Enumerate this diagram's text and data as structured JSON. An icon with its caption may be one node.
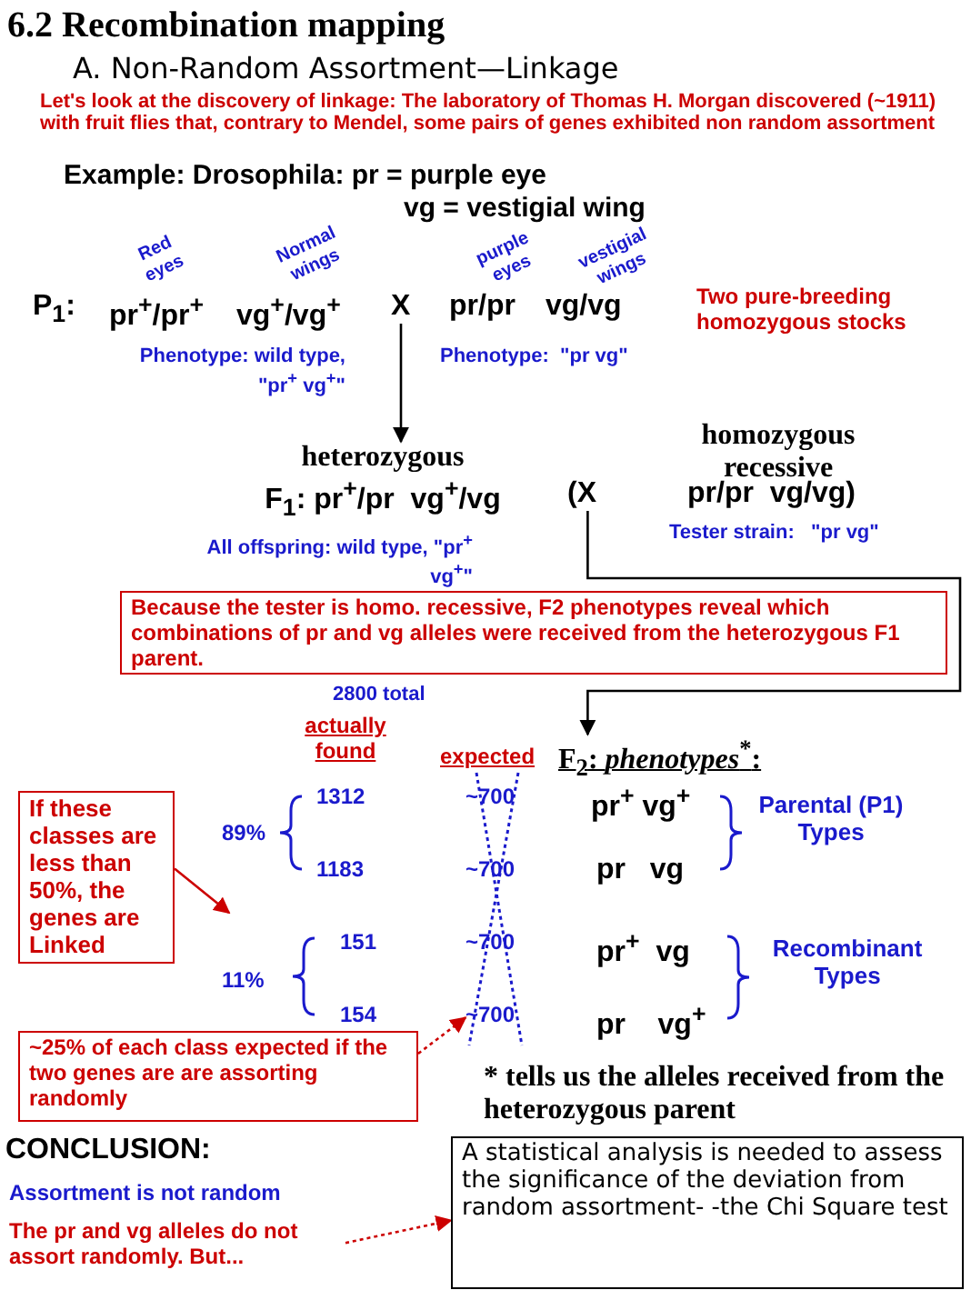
{
  "diagram": {
    "title": "6.2 Recombination mapping",
    "nodes": [
      {
        "text": [
          "X"
        ]
      },
      {
        "text": [
          "heterozygous",
          "F$_{1}$: pr$^{+}$/pr  vg$^{+}$/vg"
        ]
      },
      {
        "text": [
          "(X"
        ]
      },
      {
        "text": [
          "Because the tester is homo. recessive, F2 phenotypes reveal which combinations of pr and vg alleles were received from the heterozygous F1 parent."
        ]
      },
      {
        "text": [
          "F$_{2}$: *phenotypes*$^{*}$:"
        ]
      },
      {
        "text": [
          "If these classes are less than 50%, the genes are Linked"
        ]
      },
      {
        "text": [
          "~700"
        ]
      },
      {
        "text": [
          "~25% of each class expected if the two genes are are assorting randomly"
        ]
      },
      {
        "text": [
          "The pr and vg alleles do not assort randomly.  But..."
        ]
      },
      {
        "text": [
          "A statistical analysis is needed to assess the significance of the deviation from random assortment- -the Chi Square test"
        ]
      }
    ],
    "edges": [
      {
        "from": 0,
        "to": 1,
        "arrow": "to",
        "color": "#000000"
      },
      {
        "from": 2,
        "to": 4,
        "arrow": "to",
        "color": "#000000"
      },
      {
        "from": 5,
        "to": null,
        "arrow": "to"
      },
      {
        "from": 7,
        "to": 6,
        "arrow": "to",
        "style": "dashed"
      },
      {
        "from": 8,
        "to": 9,
        "arrow": "to",
        "style": "dashed"
      }
    ],
    "labels": [
      "A. Non-Random Assortment—Linkage",
      "Let's look at the discovery of linkage: The laboratory of Thomas H. Morgan discovered (~1911) with fruit flies that, contrary to Mendel, some pairs of genes exhibited non random assortment",
      "Example: Drosophila: pr = purple eye",
      "vg = vestigial wing",
      "Red eyes",
      "Normal wings",
      "purple eyes",
      "vestigial wings",
      "P$_{1}$:",
      "pr$^{+}$/pr$^{+}$",
      "vg$^{+}$/vg$^{+}$",
      "pr/pr",
      "vg/vg",
      "Two pure-breeding homozygous stocks",
      "Phenotype:  wild type, \"pr$^{+}$ vg$^{+}$\"",
      "Phenotype:  \"pr vg\"",
      "homozygous recessive",
      "pr/pr  vg/vg)",
      "All offspring:  wild type, \"pr$^{+}$ vg$^{+}$\"",
      "Tester strain:   \"pr vg\"",
      "2800 total",
      "actually found",
      "expected",
      "1312",
      "~700",
      "pr$^{+}$ vg$^{+}$",
      "Parental (P1) Types",
      "89%",
      "1183",
      "~700",
      "pr   vg",
      "151",
      "~700",
      "pr$^{+}$  vg",
      "Recombinant Types",
      "11%",
      "154",
      "pr    vg$^{+}$",
      "* tells us the alleles received from the heterozygous parent",
      "CONCLUSION:",
      "Assortment is not random"
    ]
  }
}
